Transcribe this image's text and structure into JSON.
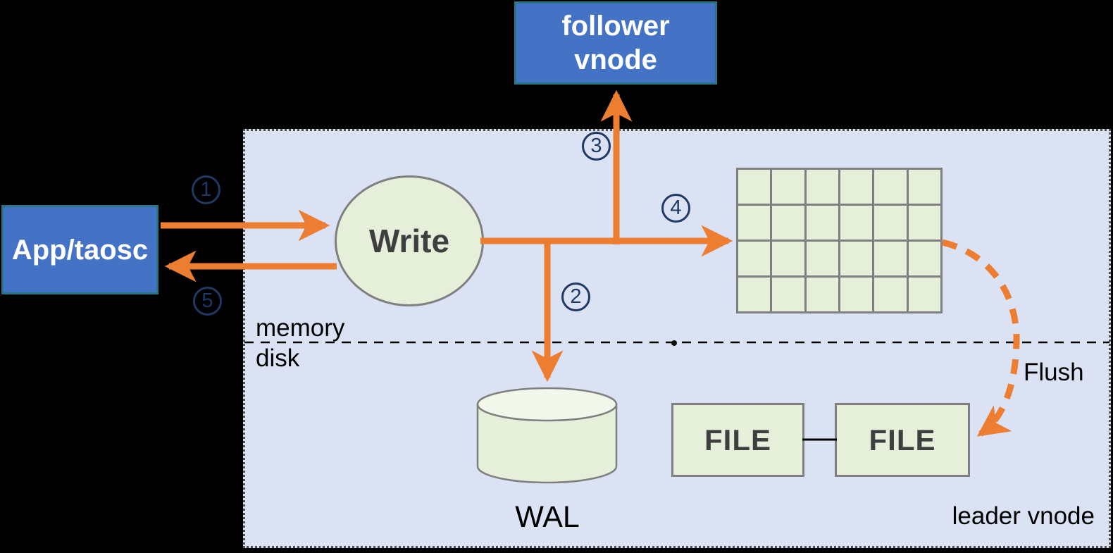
{
  "colors": {
    "orange": "#ED7D31",
    "navy": "#1F3864",
    "box_blue": "#4472C4",
    "box_teal_border": "#2B7387",
    "green_fill": "#E6EFDA",
    "green_fill_light": "#F1F7EA",
    "green_border": "#7F7F7F",
    "panel_fill": "#DBE2F3",
    "panel_border": "#4D4D4D",
    "dark_text": "#3F3F3F",
    "black": "#000000"
  },
  "nodes": {
    "app": "App/taosc",
    "follower": "follower vnode",
    "write": "Write",
    "file1": "FILE",
    "file2": "FILE"
  },
  "labels": {
    "wal": "WAL",
    "flush": "Flush",
    "leader_vnode": "leader vnode"
  },
  "zones": {
    "memory": "memory",
    "disk": "disk"
  },
  "steps": [
    "1",
    "2",
    "3",
    "4",
    "5"
  ],
  "grid": {
    "rows": 4,
    "cols": 6
  }
}
